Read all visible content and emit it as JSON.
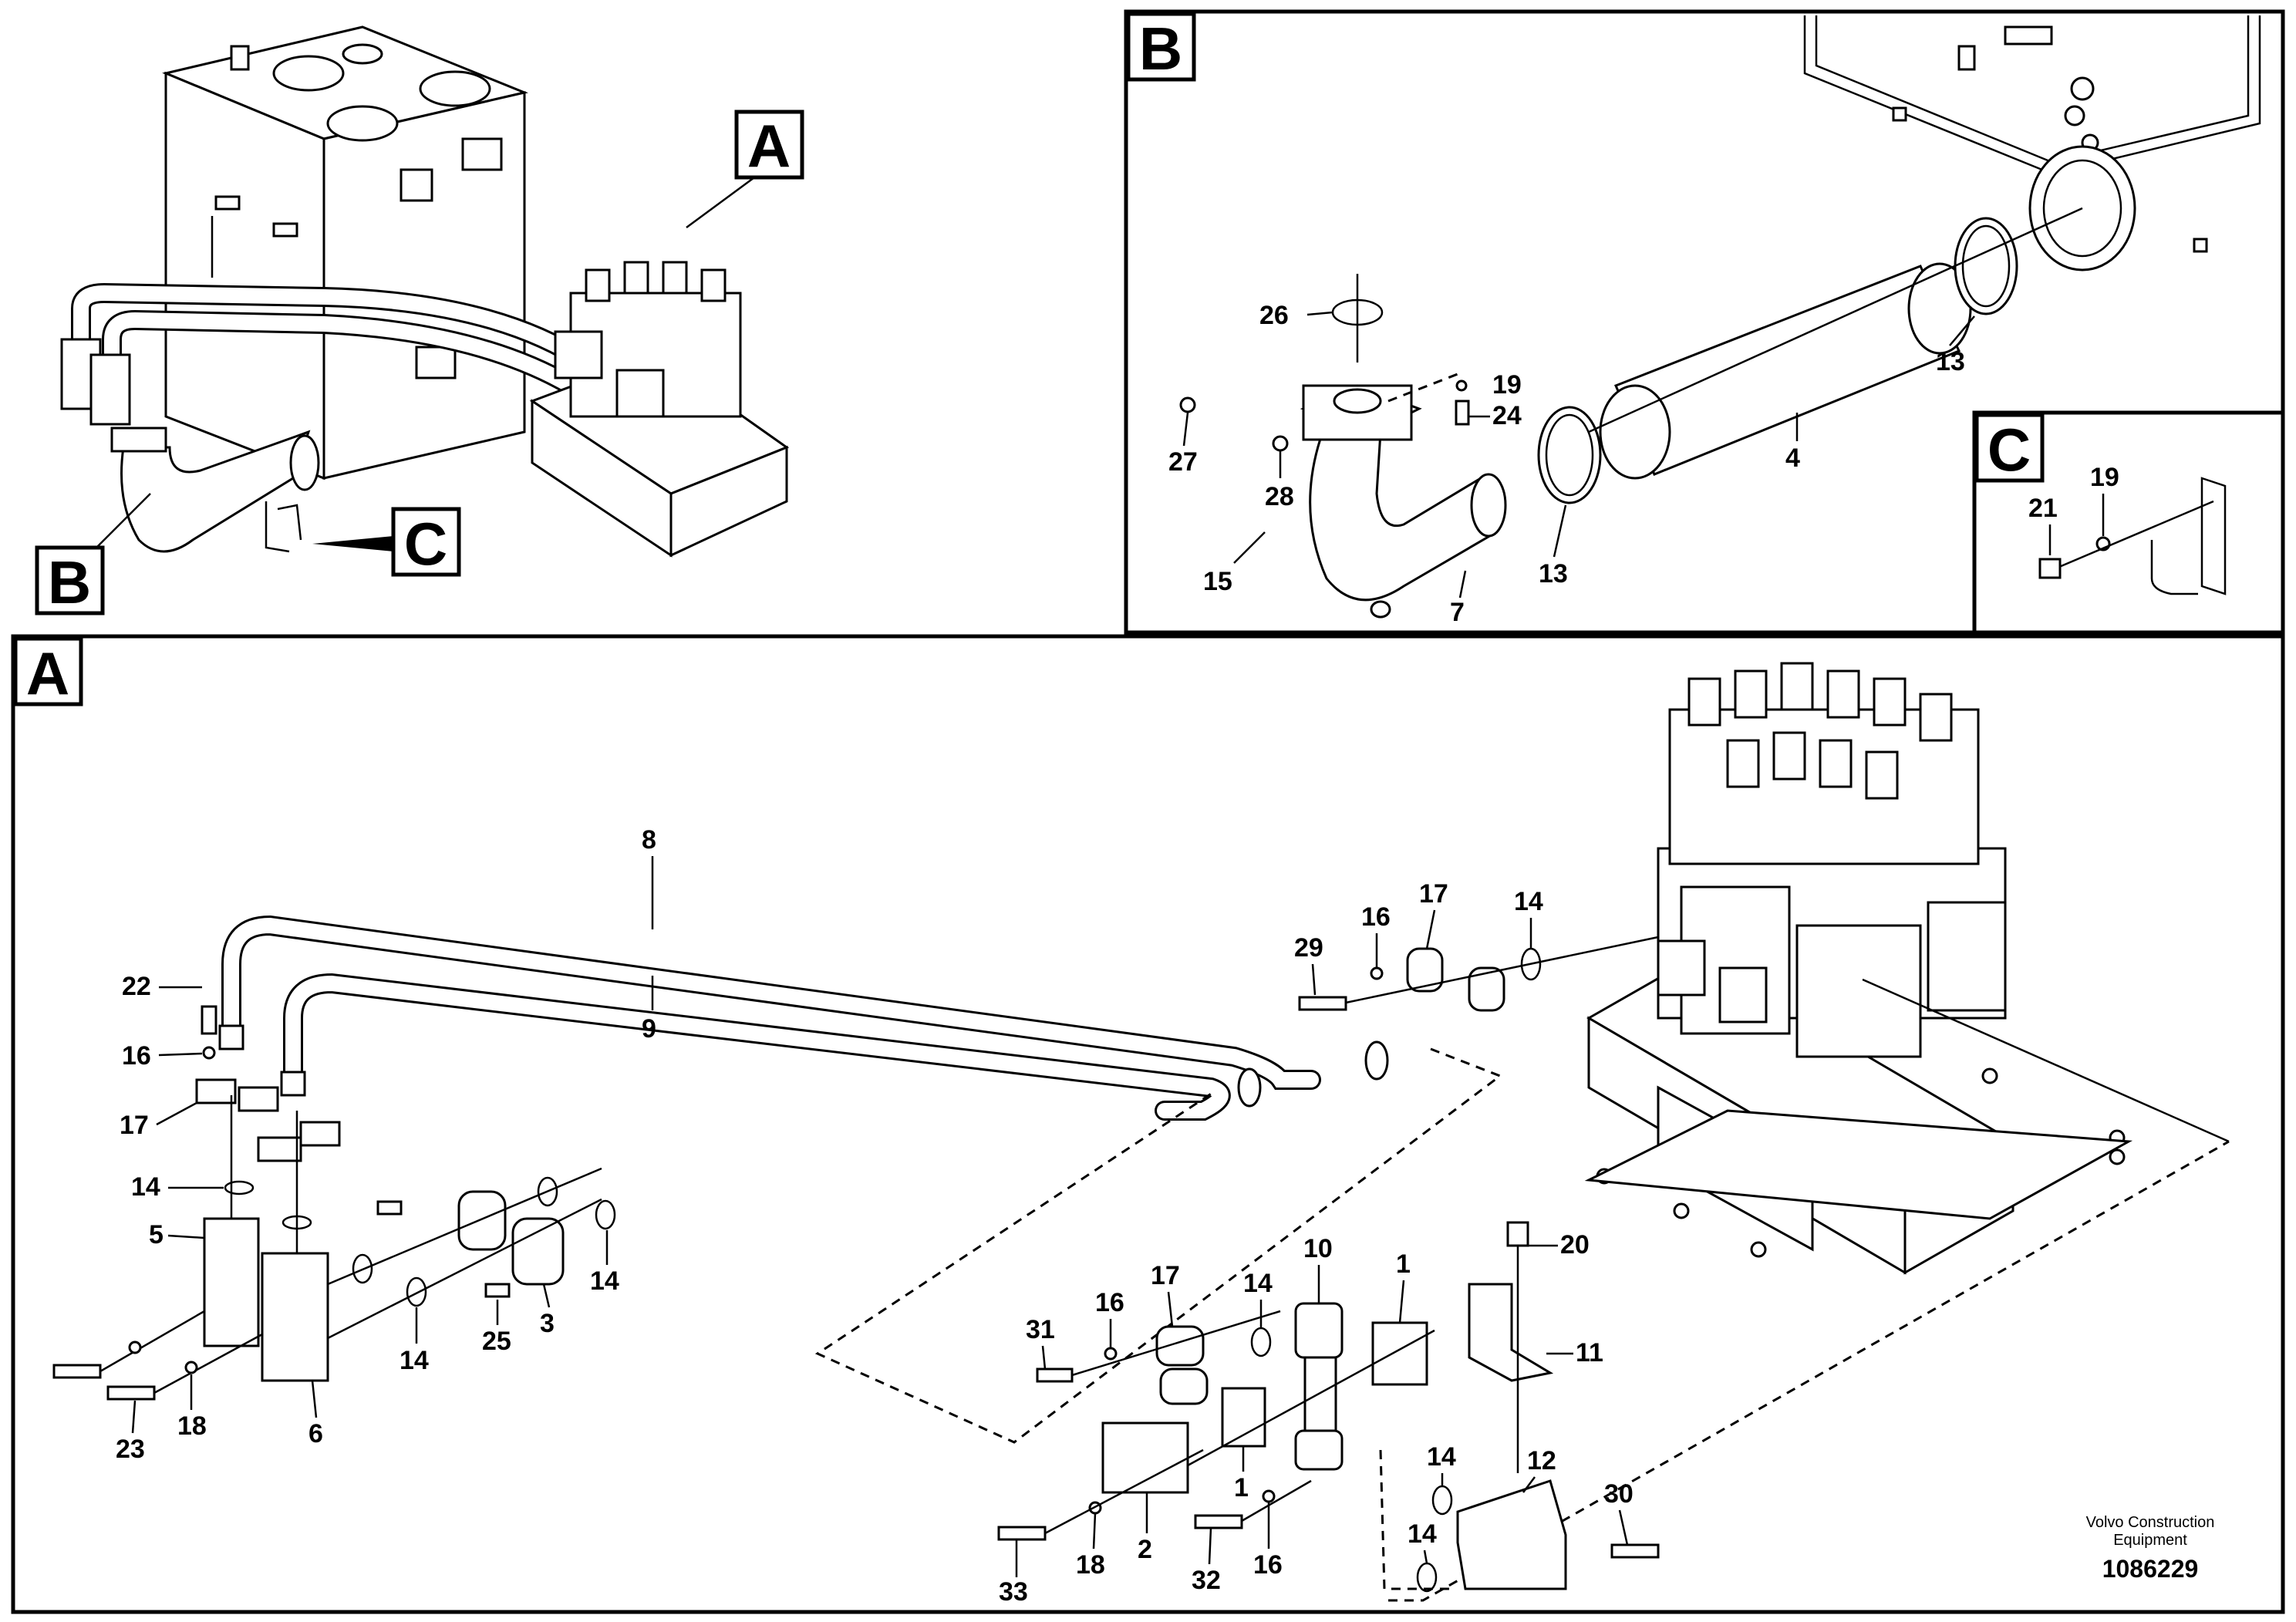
{
  "labels": {
    "overview_a": "A",
    "overview_b": "B",
    "overview_c": "C",
    "detail_a": "A",
    "detail_b": "B",
    "detail_c": "C"
  },
  "callouts_b": [
    "26",
    "19",
    "24",
    "27",
    "28",
    "15",
    "7",
    "13",
    "13",
    "4"
  ],
  "callouts_c": [
    "21",
    "19"
  ],
  "callouts_a": [
    "8",
    "9",
    "22",
    "16",
    "17",
    "14",
    "5",
    "6",
    "23",
    "18",
    "14",
    "14",
    "25",
    "3",
    "29",
    "16",
    "17",
    "14",
    "31",
    "16",
    "17",
    "14",
    "10",
    "1",
    "20",
    "11",
    "1",
    "2",
    "33",
    "18",
    "32",
    "16",
    "14",
    "12",
    "30",
    "14"
  ],
  "footer": {
    "company_line1": "Volvo Construction",
    "company_line2": "Equipment",
    "document_number": "1086229"
  }
}
